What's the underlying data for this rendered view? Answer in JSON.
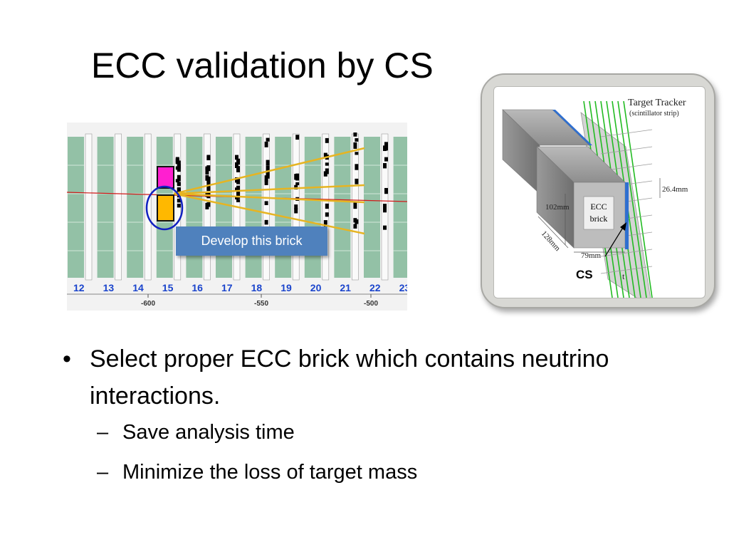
{
  "slide": {
    "title": "ECC validation by CS"
  },
  "event_display": {
    "callout": "Develop this brick",
    "wall_numbers": [
      "12",
      "13",
      "14",
      "15",
      "16",
      "17",
      "18",
      "19",
      "20",
      "21",
      "22",
      "23"
    ],
    "axis_ticks": [
      "-600",
      "-550",
      "-500"
    ],
    "colors": {
      "wall": "#93c1a6",
      "brick_selected": "#ffb800",
      "brick_other": "#ff1fd0",
      "tracks": "#e6b422",
      "beam": "#d11a1a",
      "circle": "#1020c0",
      "numbers": "#1a44cc"
    }
  },
  "detector": {
    "target_tracker": "Target Tracker",
    "scintillator": "(scintillator strip)",
    "dim_26": "26.4mm",
    "dim_102": "102mm",
    "dim_128": "128mm",
    "dim_79": "79mm",
    "ecc": "ECC",
    "brick": "brick",
    "cs": "CS",
    "t": "t"
  },
  "bullets": [
    {
      "text": "Select proper ECC brick which contains neutrino interactions.",
      "subs": [
        "Save analysis time",
        "Minimize the loss of target mass"
      ]
    }
  ]
}
